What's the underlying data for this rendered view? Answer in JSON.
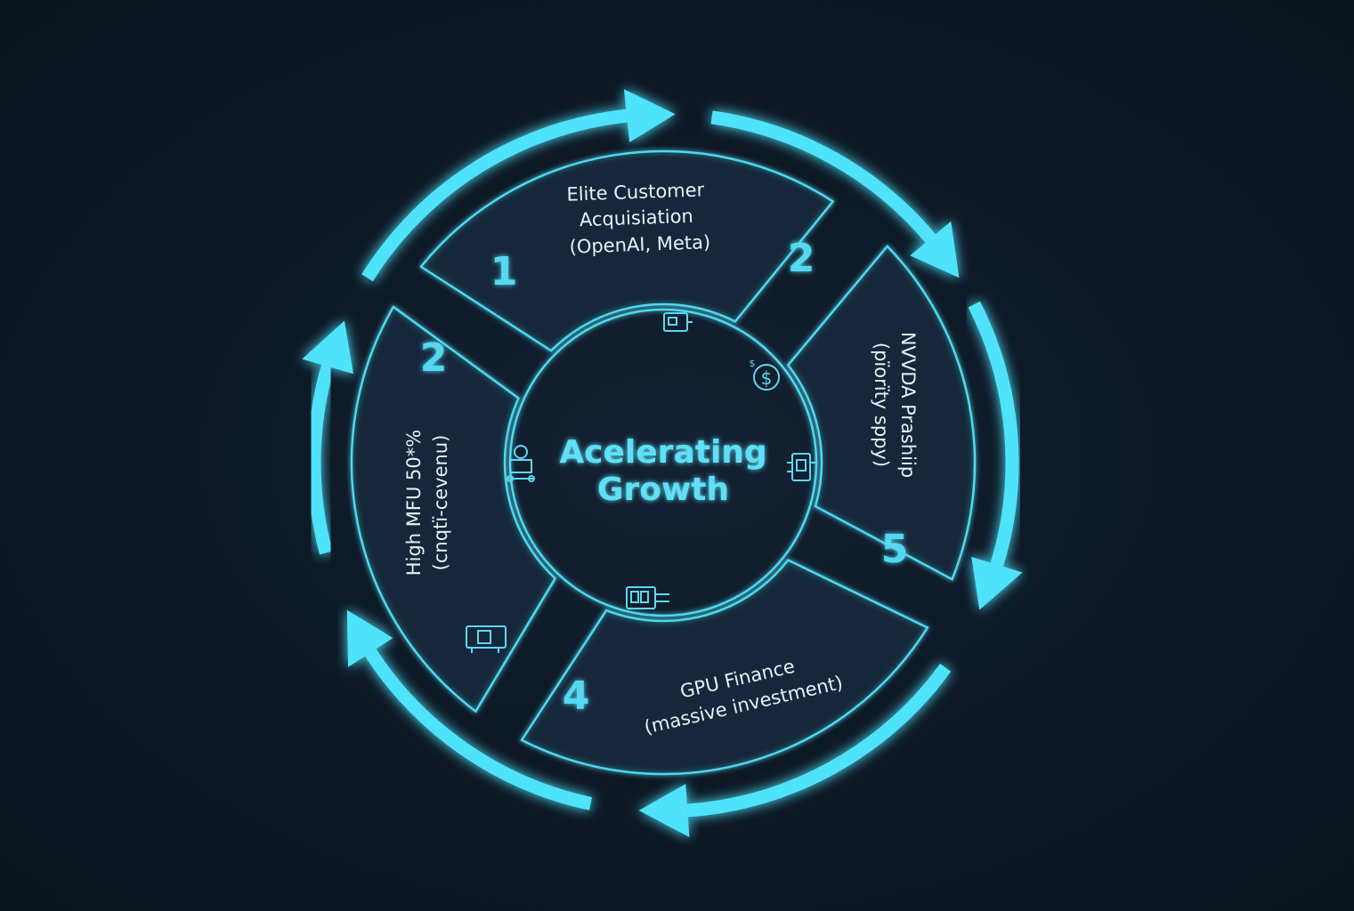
{
  "center_title": [
    "Acelerating",
    "Growth"
  ],
  "segments": [
    {
      "lines": [
        "Elite Customer",
        "Acquisiation",
        "(OpenAI, Meta)"
      ],
      "numbers": [
        "1",
        "2"
      ]
    },
    {
      "lines": [
        "NVVDA Prashiip",
        "(pïorïty sppy)"
      ],
      "numbers": [
        "5"
      ]
    },
    {
      "lines": [
        "GPU Finance",
        "(massive investment)"
      ],
      "numbers": [
        "4"
      ]
    },
    {
      "lines": [
        "High MFU  50*%",
        "(cnqtï-cevenu)"
      ],
      "numbers": [
        "2"
      ]
    }
  ],
  "icons": [
    "gpu-card-icon",
    "dollar-coin-icon",
    "chip-icon",
    "server-card-icon",
    "network-node-icon",
    "gpu-board-icon"
  ],
  "colors": {
    "accent": "#4fe3fb",
    "background": "#0d1723",
    "text": "#e6f2f7"
  }
}
